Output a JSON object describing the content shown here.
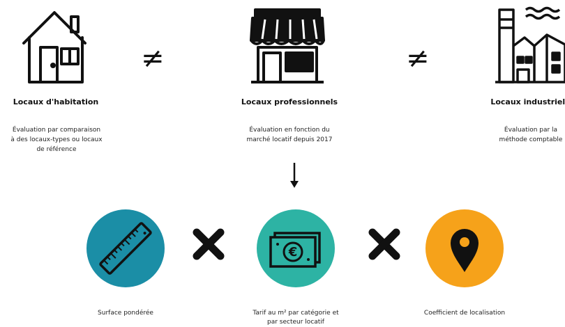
{
  "categories": [
    {
      "title": "Locaux d'habitation",
      "description": [
        "Évaluation par comparaison",
        "à des locaux-types ou locaux",
        "de référence"
      ],
      "icon": "house-icon"
    },
    {
      "title": "Locaux professionnels",
      "description": [
        "Évaluation en fonction du",
        "marché locatif depuis 2017"
      ],
      "icon": "shop-icon"
    },
    {
      "title": "Locaux industriels",
      "description": [
        "Évaluation par la",
        "méthode comptable"
      ],
      "icon": "factory-icon"
    }
  ],
  "operators": {
    "not_equal": "≠",
    "multiply": "times-icon",
    "arrow": "arrow-down-icon"
  },
  "factors": [
    {
      "caption": [
        "Surface pondérée"
      ],
      "icon": "ruler-icon",
      "color": "#1b8ea6"
    },
    {
      "caption": [
        "Tarif au m² par catégorie et",
        "par secteur locatif"
      ],
      "icon": "euro-banknote-icon",
      "color": "#2db3a4"
    },
    {
      "caption": [
        "Coefficient de localisation"
      ],
      "icon": "location-pin-icon",
      "color": "#f6a21a"
    }
  ]
}
